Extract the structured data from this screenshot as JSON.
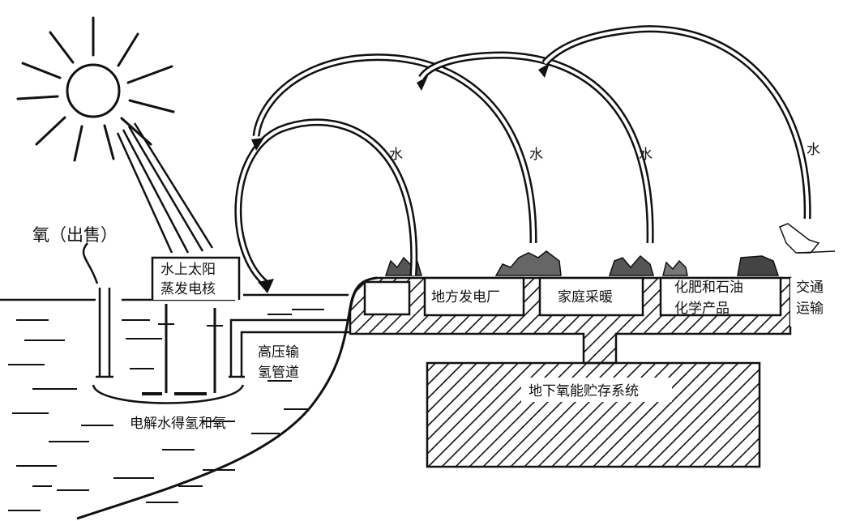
{
  "labels": {
    "oxygen_sale": "氧（出售）",
    "solar_station_line1": "水上太阳",
    "solar_station_line2": "蒸发电核",
    "pipeline_line1": "高压输",
    "pipeline_line2": "氢管道",
    "electrolysis": "电解水得氢和氧",
    "power_plant": "地方发电厂",
    "home_heating": "家庭采暖",
    "fertilizer_line1": "化肥和石油",
    "fertilizer_line2": "化学产品",
    "transport_line1": "交通",
    "transport_line2": "运输",
    "storage": "地下氧能贮存系统",
    "water": "水"
  },
  "colors": {
    "ink": "#111111",
    "paper": "#ffffff"
  }
}
